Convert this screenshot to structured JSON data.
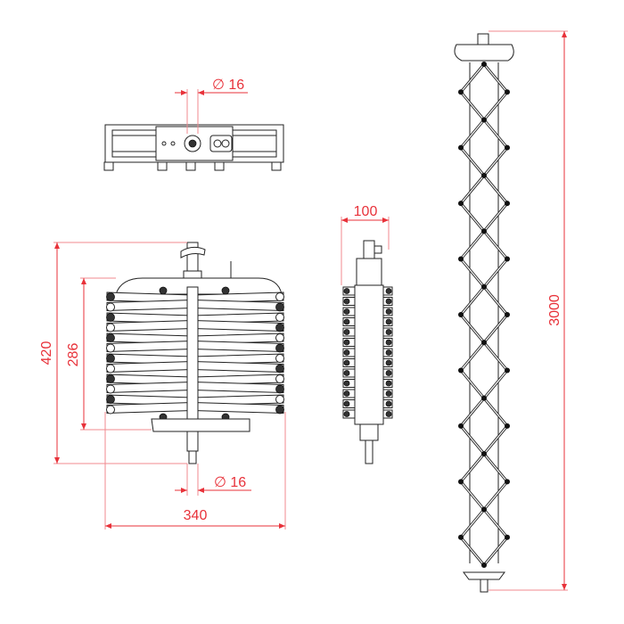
{
  "dimensions": {
    "top_view_diameter": "∅ 16",
    "front_view_diameter": "∅ 16",
    "overall_height_closed": "420",
    "body_height": "286",
    "width": "340",
    "depth": "100",
    "extended_length": "3000"
  },
  "colors": {
    "dimension": "#e8323a",
    "line": "#222222"
  }
}
